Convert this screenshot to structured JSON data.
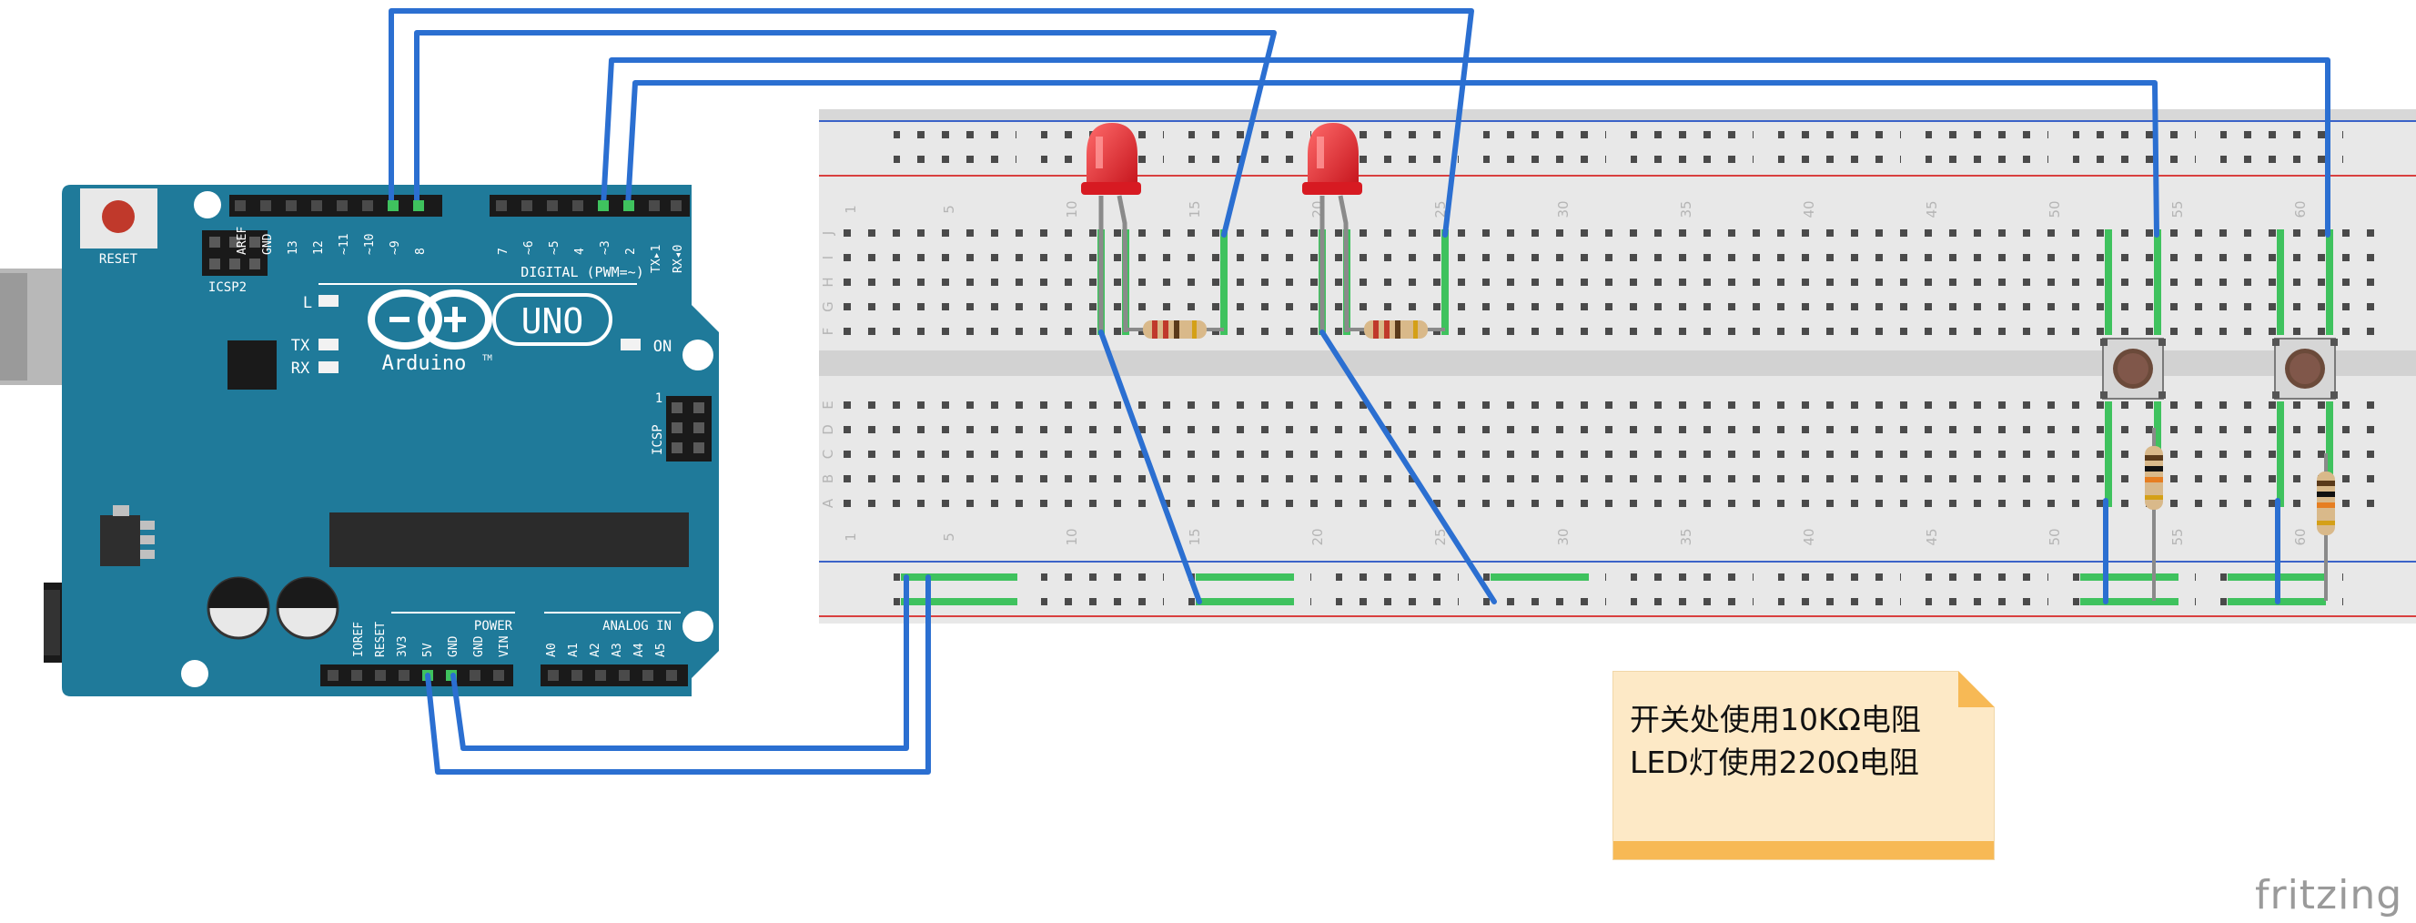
{
  "board": {
    "reset_label": "RESET",
    "icsp2_label": "ICSP2",
    "icsp_label": "ICSP",
    "digital_label": "DIGITAL (PWM=~)",
    "uno_label": "UNO",
    "arduino_label": "Arduino",
    "tm_label": "TM",
    "l_label": "L",
    "tx_label": "TX",
    "rx_label": "RX",
    "on_label": "ON",
    "icsp_pin1_label": "1",
    "power_label": "POWER",
    "analog_label": "ANALOG IN",
    "digital_pin_labels": [
      "AREF",
      "GND",
      "13",
      "12",
      "~11",
      "~10",
      "~9",
      "8",
      "7",
      "~6",
      "~5",
      "4",
      "~3",
      "2",
      "TX▸1",
      "RX◂0"
    ],
    "power_pin_labels": [
      "IOREF",
      "RESET",
      "3V3",
      "5V",
      "GND",
      "GND",
      "VIN"
    ],
    "analog_pin_labels": [
      "A0",
      "A1",
      "A2",
      "A3",
      "A4",
      "A5"
    ]
  },
  "breadboard": {
    "column_numbers": [
      "1",
      "5",
      "10",
      "15",
      "20",
      "25",
      "30",
      "35",
      "40",
      "45",
      "50",
      "55",
      "60"
    ],
    "row_letters_top": [
      "J",
      "I",
      "H",
      "G",
      "F"
    ],
    "row_letters_bottom": [
      "E",
      "D",
      "C",
      "B",
      "A"
    ]
  },
  "note": {
    "line1": "开关处使用10KΩ电阻",
    "line2": "LED灯使用220Ω电阻"
  },
  "watermark": "fritzing",
  "colors": {
    "board": "#1f7a9a",
    "wire": "#2b6fd1",
    "breadboard": "#e8e8e8",
    "rail_red": "#d9403f",
    "rail_blue": "#3b63c8",
    "led": "#e0232a",
    "note_bg": "#fde9c6",
    "note_bar": "#f7b955"
  }
}
